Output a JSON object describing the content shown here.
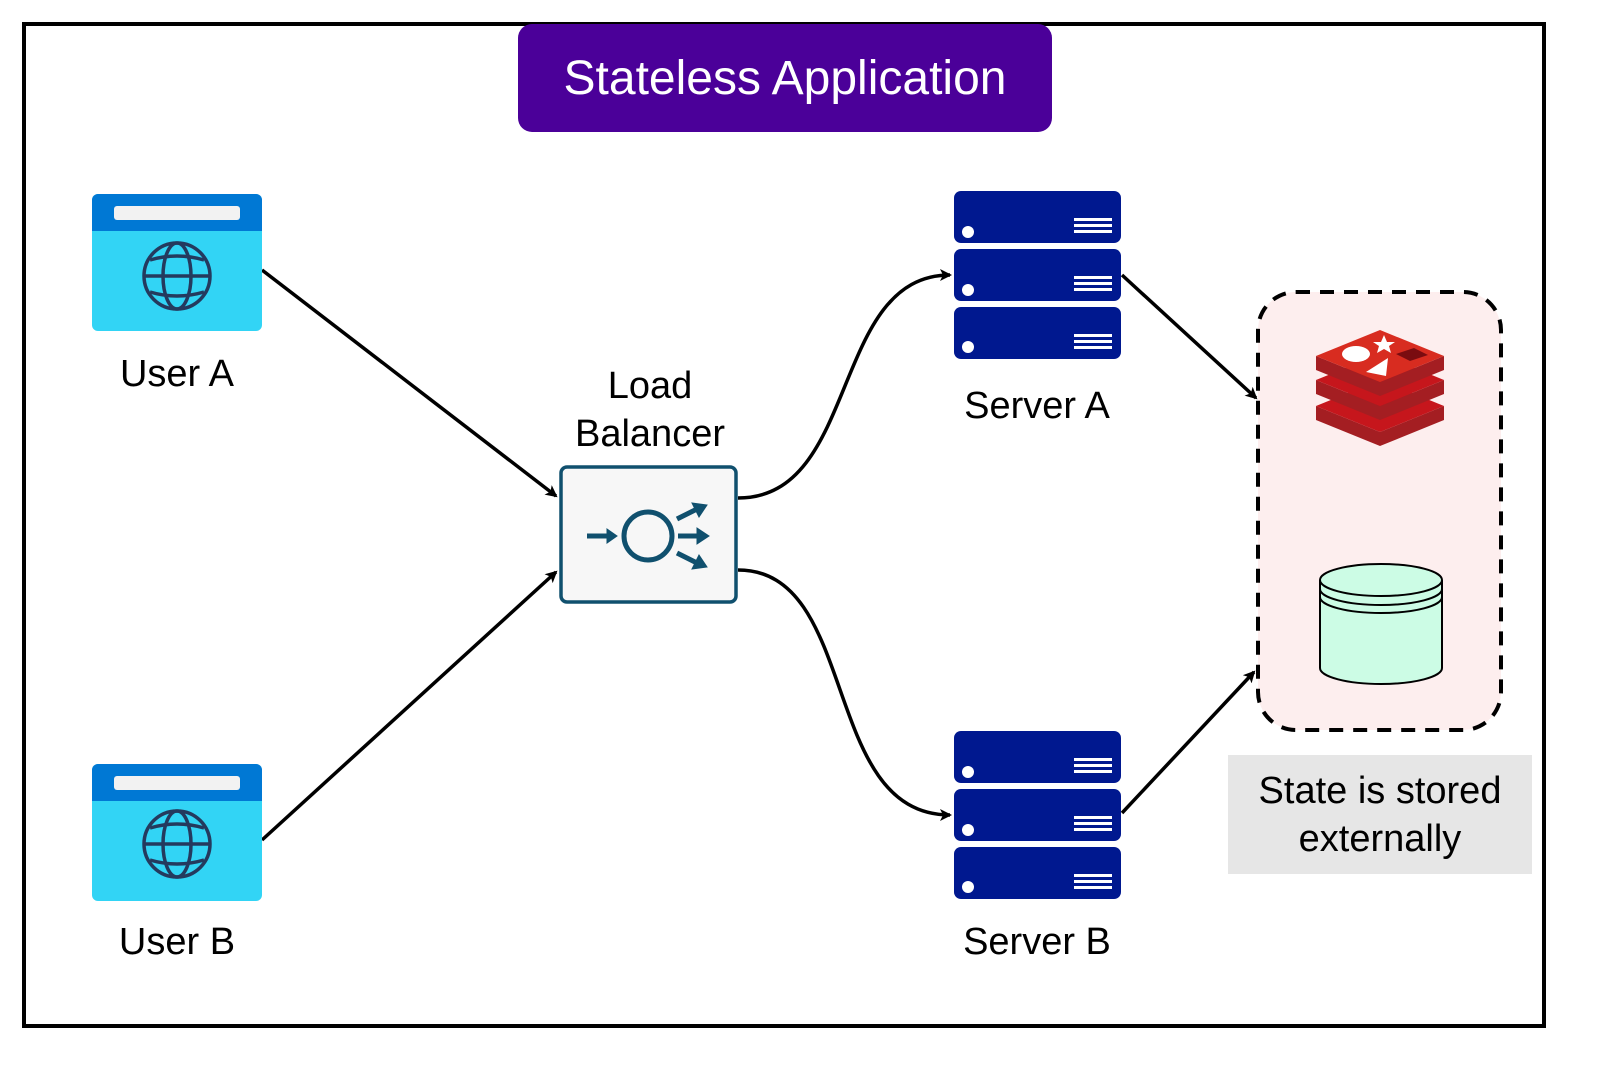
{
  "title": "Stateless Application",
  "colors": {
    "title_bg": "#4b0099",
    "browser_header": "#0078d4",
    "browser_body": "#32d4f5",
    "server": "#00188f",
    "load_balancer_stroke": "#10506e",
    "store_bg": "#fdeeee",
    "redis": "#c6161c",
    "database": "#ccfce5",
    "note_bg": "#e6e6e6"
  },
  "nodes": {
    "user_a": {
      "label": "User A",
      "icon": "browser-globe-icon"
    },
    "user_b": {
      "label": "User B",
      "icon": "browser-globe-icon"
    },
    "load_balancer": {
      "label_line1": "Load",
      "label_line2": "Balancer",
      "icon": "load-balancer-icon"
    },
    "server_a": {
      "label": "Server A",
      "icon": "server-rack-icon"
    },
    "server_b": {
      "label": "Server B",
      "icon": "server-rack-icon"
    },
    "external_store": {
      "icons": [
        "redis-icon",
        "database-icon"
      ]
    },
    "note": {
      "line1": "State is stored",
      "line2": "externally"
    }
  },
  "edges": [
    {
      "from": "user_a",
      "to": "load_balancer"
    },
    {
      "from": "user_b",
      "to": "load_balancer"
    },
    {
      "from": "load_balancer",
      "to": "server_a"
    },
    {
      "from": "load_balancer",
      "to": "server_b"
    },
    {
      "from": "server_a",
      "to": "external_store"
    },
    {
      "from": "server_b",
      "to": "external_store"
    }
  ]
}
